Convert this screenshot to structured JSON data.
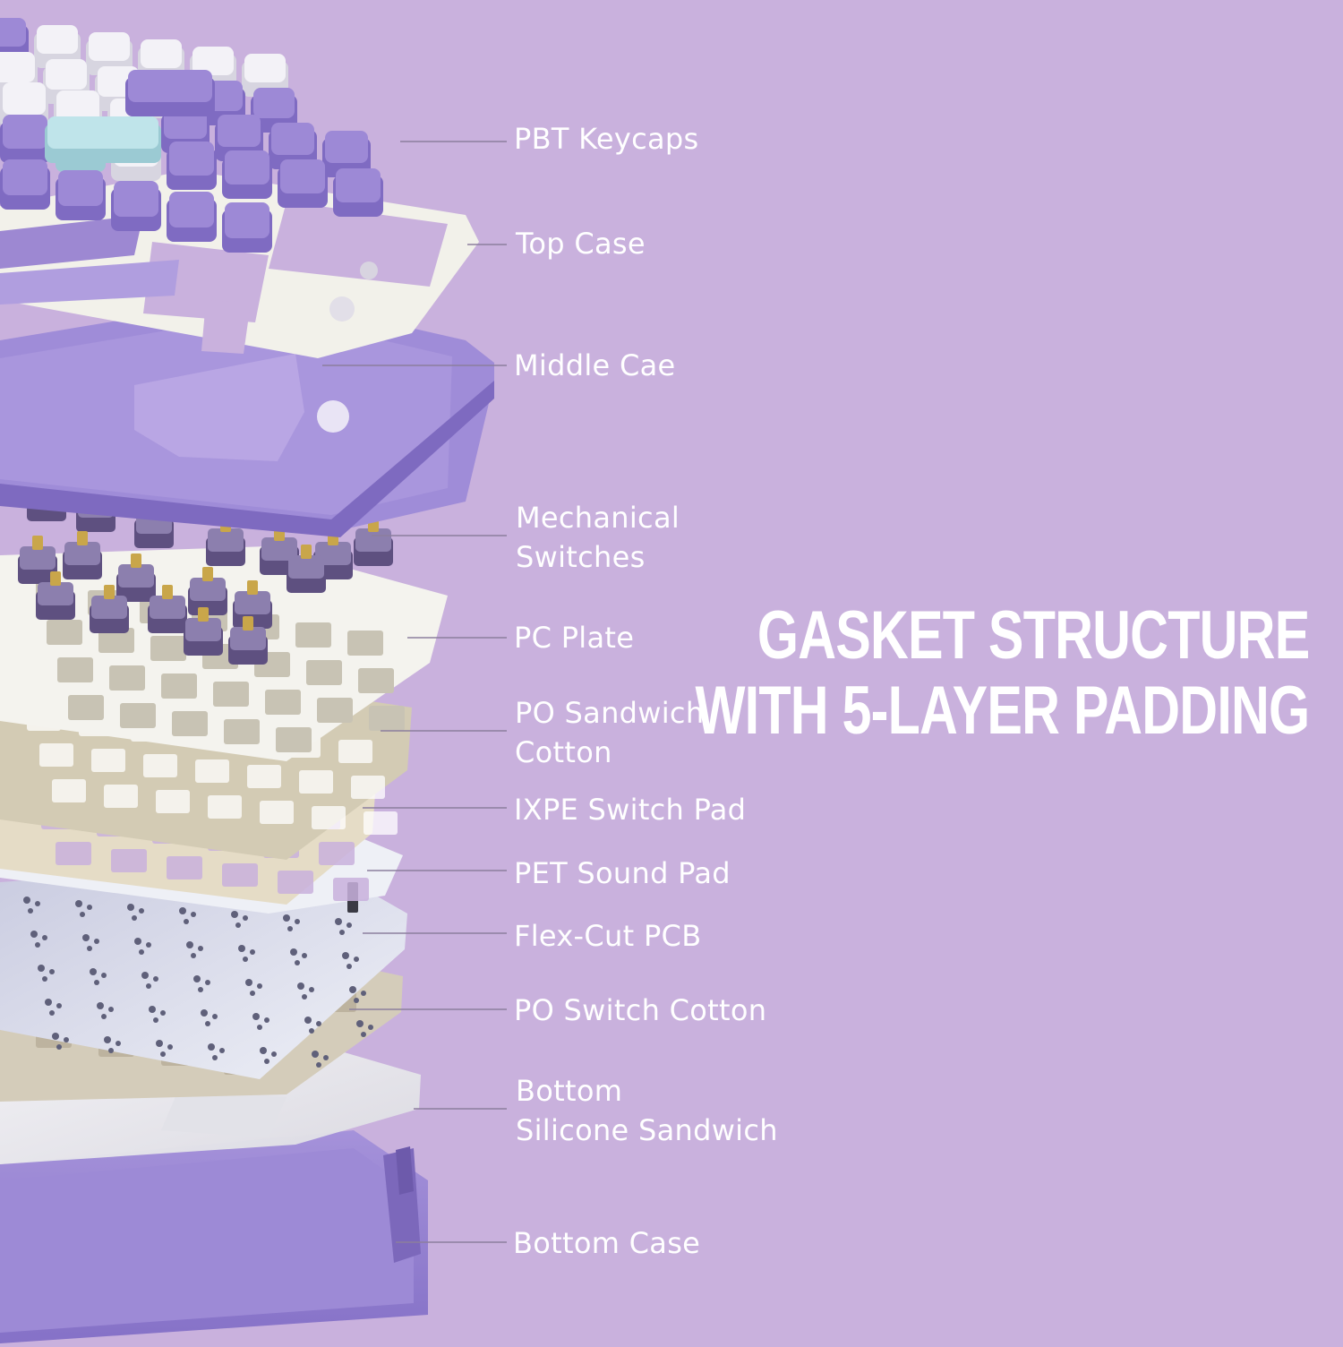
{
  "colors": {
    "background": "#c9b1dd",
    "lavender": "#9a86d3",
    "lavender_dark": "#7d68bd",
    "white_cap": "#f3f2f7",
    "frame_white": "#eeeee6",
    "foam_beige": "#d8d1bf",
    "pcb_silver": "#e0e0ec",
    "silicone": "#ececef",
    "switch_purple": "#6b5c8c",
    "switch_stem": "#c9a64a",
    "label_text": "#ffffff",
    "leader_line": "#8c7f9d"
  },
  "headline": {
    "line1": "GASKET STRUCTURE",
    "line2": "WITH 5-LAYER PADDING"
  },
  "layers": [
    {
      "id": "keycaps",
      "label": "PBT Keycaps"
    },
    {
      "id": "top-case",
      "label": "Top Case"
    },
    {
      "id": "middle-case",
      "label": "Middle Cae"
    },
    {
      "id": "switches",
      "label": "Mechanical\nSwitches"
    },
    {
      "id": "pc-plate",
      "label": "PC Plate"
    },
    {
      "id": "po-sandwich",
      "label": "PO Sandwich\nCotton"
    },
    {
      "id": "ixpe-pad",
      "label": "IXPE Switch Pad"
    },
    {
      "id": "pet-pad",
      "label": "PET Sound Pad"
    },
    {
      "id": "pcb",
      "label": "Flex-Cut PCB"
    },
    {
      "id": "po-switch",
      "label": "PO Switch Cotton"
    },
    {
      "id": "silicone",
      "label": "Bottom\nSilicone Sandwich"
    },
    {
      "id": "bottom-case",
      "label": "Bottom Case"
    }
  ]
}
